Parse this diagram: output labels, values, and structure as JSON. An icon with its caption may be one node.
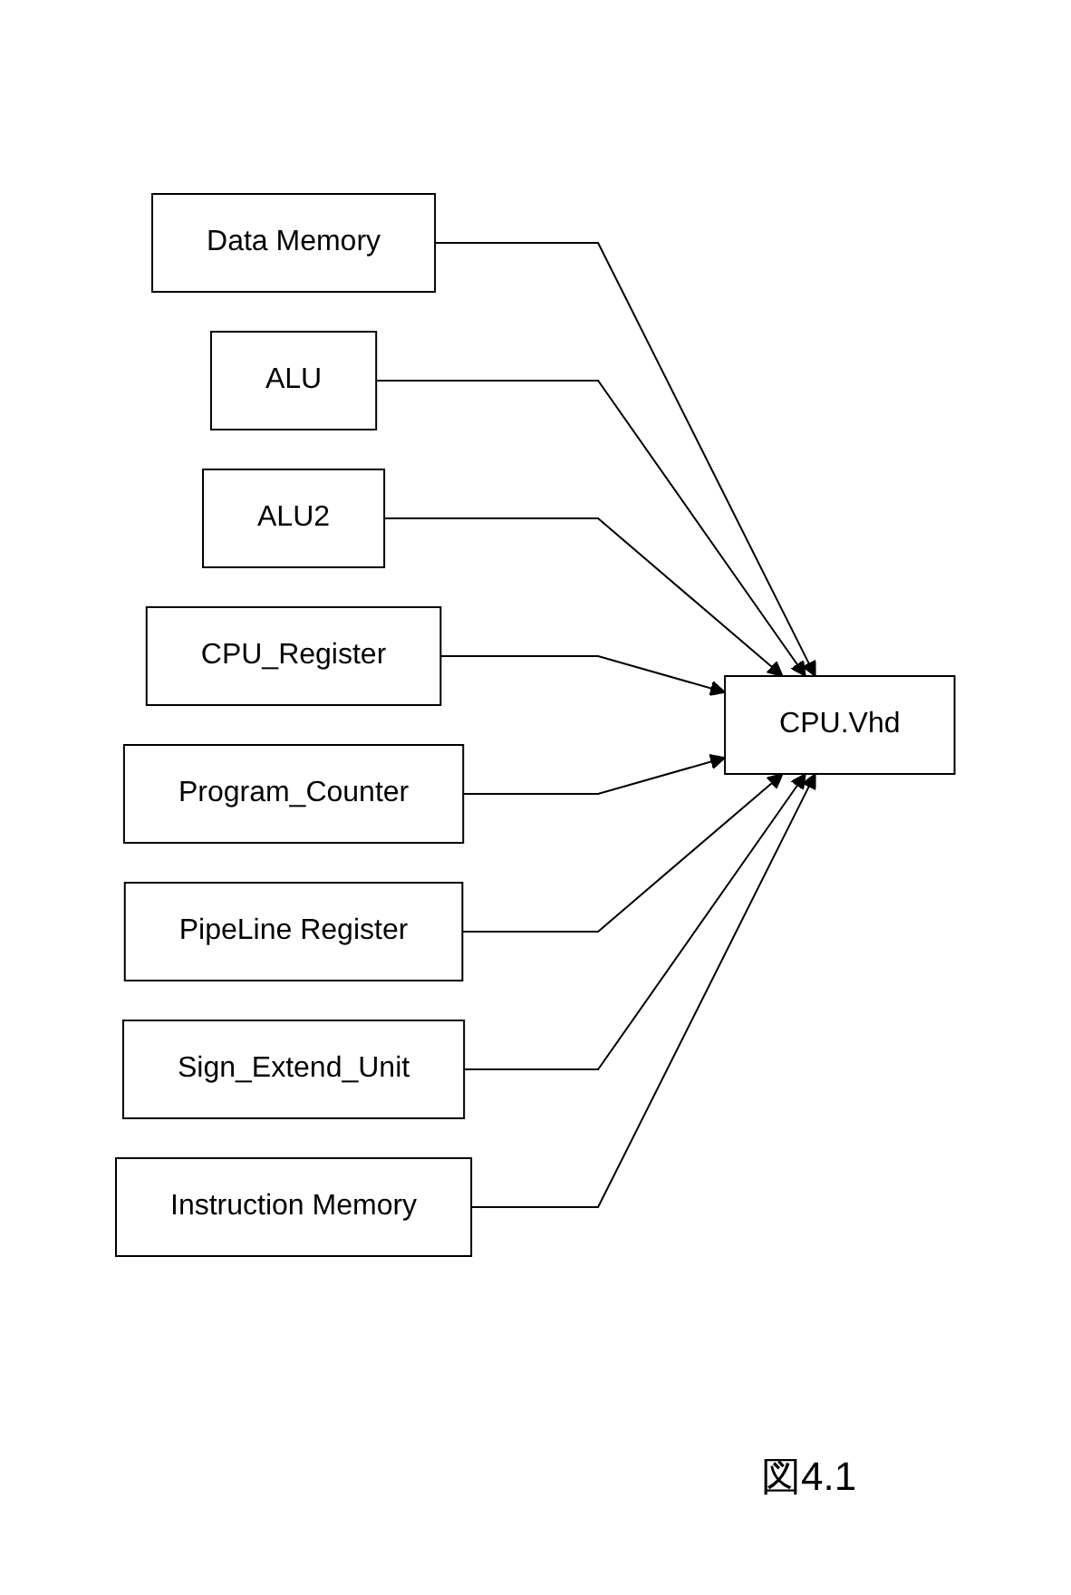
{
  "diagram": {
    "caption": "図4.1",
    "nodes": [
      {
        "text": [
          "Data Memory"
        ]
      },
      {
        "text": [
          "ALU"
        ]
      },
      {
        "text": [
          "ALU2"
        ]
      },
      {
        "text": [
          "CPU_Register"
        ]
      },
      {
        "text": [
          "Program_Counter"
        ]
      },
      {
        "text": [
          "PipeLine Register"
        ]
      },
      {
        "text": [
          "Sign_Extend_Unit"
        ]
      },
      {
        "text": [
          "Instruction Memory"
        ]
      },
      {
        "text": [
          "CPU.Vhd"
        ]
      }
    ],
    "edges": [
      {
        "from": 0,
        "to": 8,
        "arrow": "to"
      },
      {
        "from": 1,
        "to": 8,
        "arrow": "to"
      },
      {
        "from": 2,
        "to": 8,
        "arrow": "to"
      },
      {
        "from": 3,
        "to": 8,
        "arrow": "to"
      },
      {
        "from": 4,
        "to": 8,
        "arrow": "to"
      },
      {
        "from": 5,
        "to": 8,
        "arrow": "to"
      },
      {
        "from": 6,
        "to": 8,
        "arrow": "to"
      },
      {
        "from": 7,
        "to": 8,
        "arrow": "to"
      }
    ]
  }
}
